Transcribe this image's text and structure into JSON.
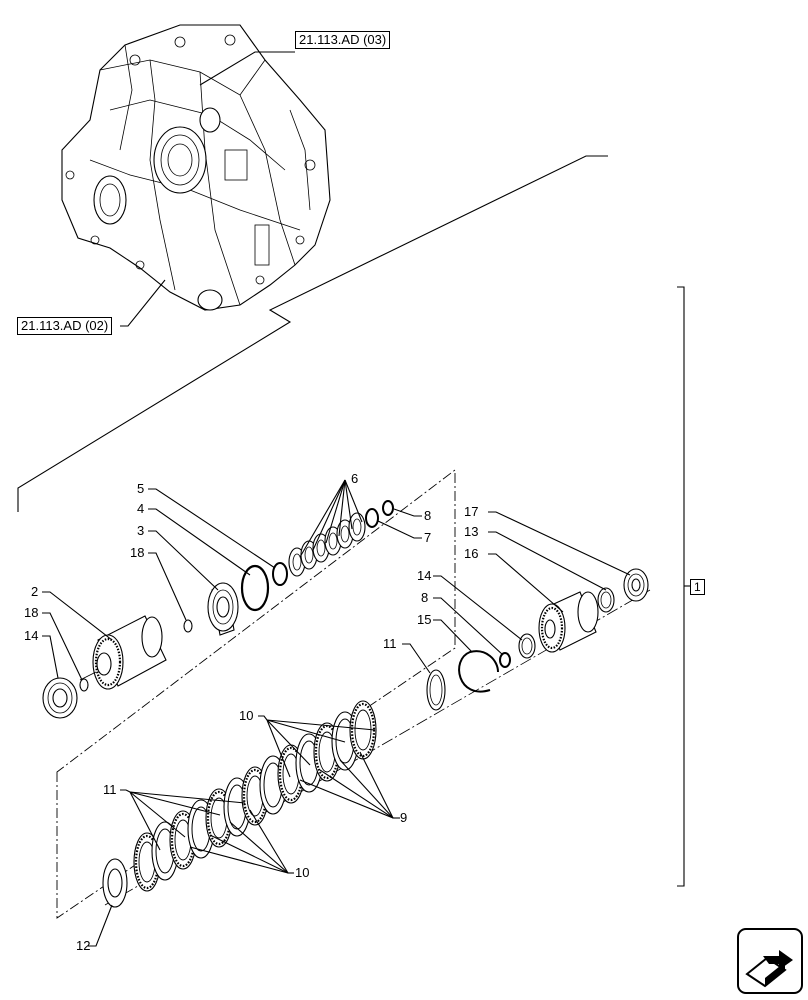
{
  "references": {
    "upper": "21.113.AD (03)",
    "lower": "21.113.AD (02)"
  },
  "group_label": "1",
  "callouts": [
    {
      "key": "c2",
      "text": "2"
    },
    {
      "key": "c3",
      "text": "3"
    },
    {
      "key": "c4",
      "text": "4"
    },
    {
      "key": "c5",
      "text": "5"
    },
    {
      "key": "c6",
      "text": "6"
    },
    {
      "key": "c7",
      "text": "7"
    },
    {
      "key": "c8a",
      "text": "8"
    },
    {
      "key": "c8b",
      "text": "8"
    },
    {
      "key": "c9",
      "text": "9"
    },
    {
      "key": "c10a",
      "text": "10"
    },
    {
      "key": "c10b",
      "text": "10"
    },
    {
      "key": "c11a",
      "text": "11"
    },
    {
      "key": "c11b",
      "text": "11"
    },
    {
      "key": "c12",
      "text": "12"
    },
    {
      "key": "c13",
      "text": "13"
    },
    {
      "key": "c14a",
      "text": "14"
    },
    {
      "key": "c14b",
      "text": "14"
    },
    {
      "key": "c15",
      "text": "15"
    },
    {
      "key": "c16",
      "text": "16"
    },
    {
      "key": "c17",
      "text": "17"
    },
    {
      "key": "c18a",
      "text": "18"
    },
    {
      "key": "c18b",
      "text": "18"
    }
  ],
  "nav_icon": "next-page-arrow-icon"
}
